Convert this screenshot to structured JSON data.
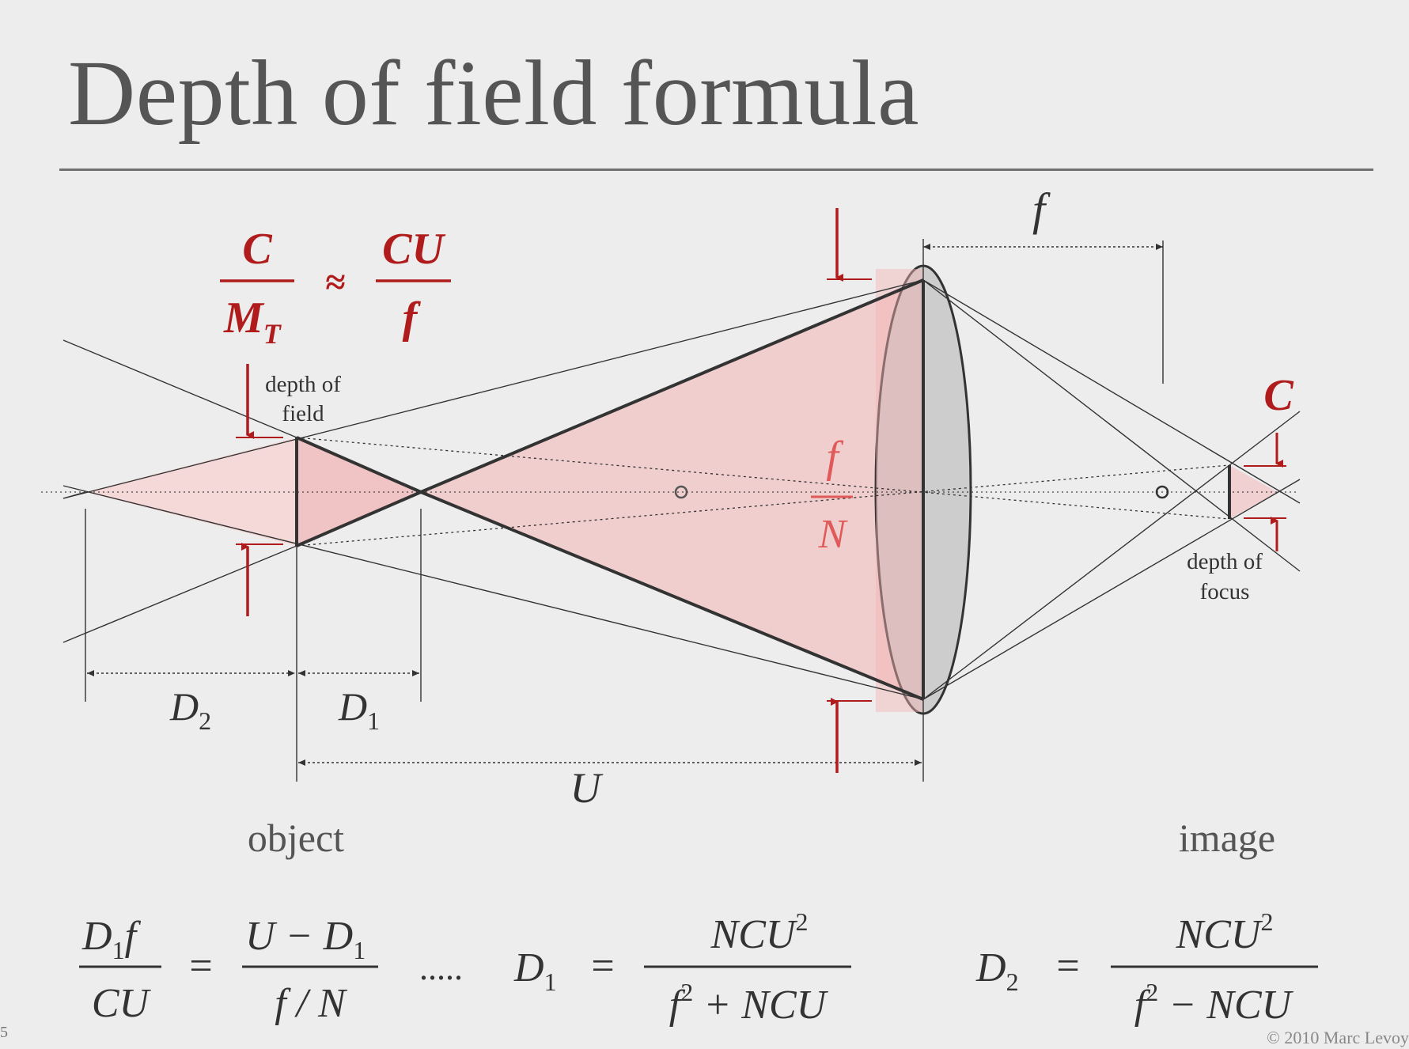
{
  "slide": {
    "title": "Depth of field formula",
    "page_number": "5",
    "copyright": "© 2010 Marc Levoy"
  },
  "diagram": {
    "colors": {
      "accent_red": "#b01b1b",
      "cone_fill": "#f3b4b4",
      "lens_fill": "#c7c7c7",
      "line": "#333333"
    },
    "top_formula": {
      "lhs_num": "C",
      "lhs_den": "M",
      "lhs_den_sub": "T",
      "approx": "≈",
      "rhs_num": "CU",
      "rhs_den": "f"
    },
    "aperture_label": {
      "num": "f",
      "den": "N"
    },
    "labels": {
      "focal_length": "f",
      "coc": "C",
      "depth_of_field": [
        "depth of",
        "field"
      ],
      "depth_of_focus": [
        "depth of",
        "focus"
      ],
      "d2": "D",
      "d2_sub": "2",
      "d1": "D",
      "d1_sub": "1",
      "u": "U",
      "object": "object",
      "image": "image"
    }
  },
  "bottom_formulas": {
    "eq1": {
      "lhs_num": "D",
      "lhs_num_sub": "1",
      "lhs_num_tail": "f",
      "lhs_den": "CU",
      "eq": "=",
      "rhs_num": "U − D",
      "rhs_num_sub": "1",
      "rhs_den": "f / N"
    },
    "dots": ".....",
    "eq2": {
      "lhs": "D",
      "lhs_sub": "1",
      "eq": "=",
      "num": "NCU",
      "num_sup": "2",
      "den_a": "f",
      "den_sup": "2",
      "den_b": " + NCU"
    },
    "eq3": {
      "lhs": "D",
      "lhs_sub": "2",
      "eq": "=",
      "num": "NCU",
      "num_sup": "2",
      "den_a": "f",
      "den_sup": "2",
      "den_b": " − NCU"
    }
  }
}
